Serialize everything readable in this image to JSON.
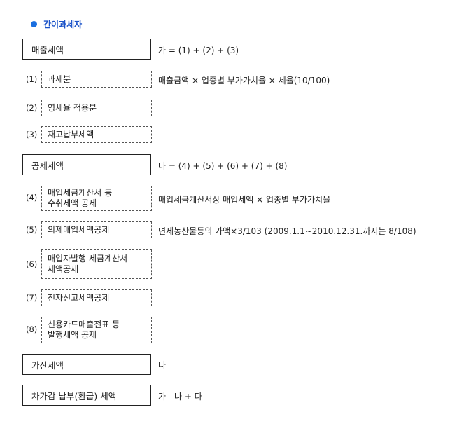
{
  "heading": "간이과세자",
  "rows": {
    "sales_tax": {
      "label": "매출세액",
      "formula": "가 = (1) + (2) + (3)"
    },
    "item1": {
      "num": "(1)",
      "label": "과세분",
      "formula": "매출금액 × 업종별 부가가치율 × 세율(10/100)"
    },
    "item2": {
      "num": "(2)",
      "label": "영세율 적용분"
    },
    "item3": {
      "num": "(3)",
      "label": "재고납부세액"
    },
    "deduction_tax": {
      "label": "공제세액",
      "formula": "나 = (4) + (5) + (6) + (7) + (8)"
    },
    "item4": {
      "num": "(4)",
      "label": "매입세금계산서 등\n수취세액 공제",
      "formula": "매입세금계산서상 매입세액 × 업종별 부가가치율"
    },
    "item5": {
      "num": "(5)",
      "label": "의제매입세액공제",
      "formula": "면세농산물등의 가액×3/103 (2009.1.1~2010.12.31.까지는 8/108)"
    },
    "item6": {
      "num": "(6)",
      "label": "매입자발행 세금계산서\n세액공제"
    },
    "item7": {
      "num": "(7)",
      "label": "전자신고세액공제"
    },
    "item8": {
      "num": "(8)",
      "label": "신용카드매출전표 등\n발행세액 공제"
    },
    "additional_tax": {
      "label": "가산세액",
      "formula": "다"
    },
    "payable_tax": {
      "label": "차가감 납부(환급) 세액",
      "formula": "가 - 나 + 다"
    }
  }
}
